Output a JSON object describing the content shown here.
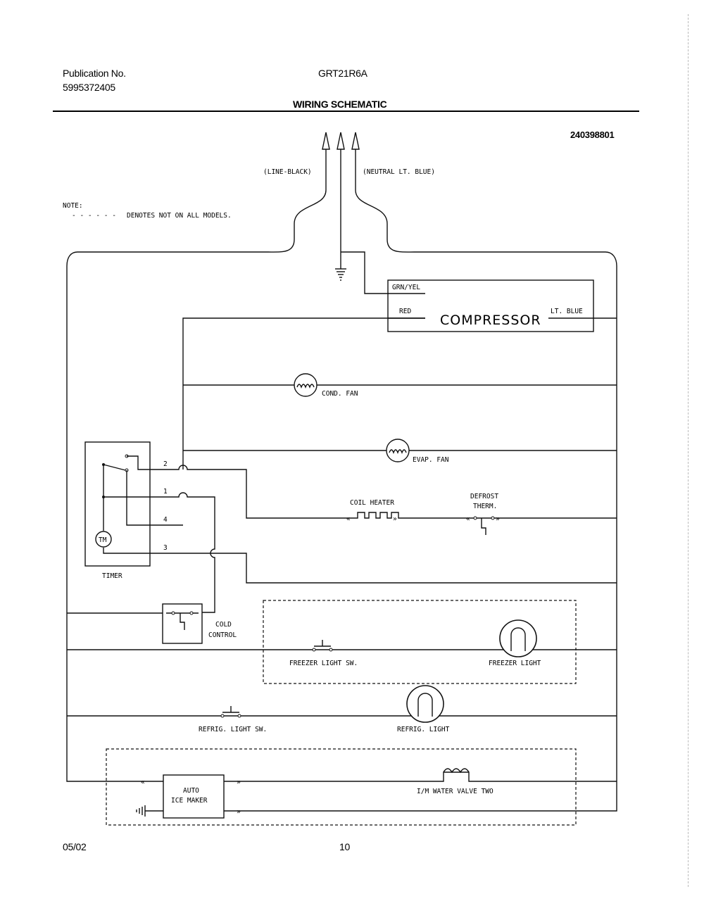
{
  "header": {
    "publication_label": "Publication No.",
    "publication_number": "5995372405",
    "model": "GRT21R6A",
    "title": "WIRING SCHEMATIC",
    "drawing_number": "240398801"
  },
  "footer": {
    "date": "05/02",
    "page": "10"
  },
  "diagram": {
    "line_black": "(LINE-BLACK)",
    "neutral": "(NEUTRAL LT. BLUE)",
    "note_label": "NOTE:",
    "note_dashes": "- - - - - -",
    "note_text": "DENOTES NOT ON ALL MODELS.",
    "grn_yel": "GRN/YEL",
    "red": "RED",
    "compressor": "COMPRESSOR",
    "lt_blue": "LT. BLUE",
    "cond_fan": "COND. FAN",
    "evap_fan": "EVAP. FAN",
    "timer_2": "2",
    "timer_1": "1",
    "timer_4": "4",
    "timer_3": "3",
    "tm": "TM",
    "timer": "TIMER",
    "coil_heater": "COIL HEATER",
    "defrost": "DEFROST",
    "therm": "THERM.",
    "cold": "COLD",
    "control": "CONTROL",
    "freezer_light_sw": "FREEZER LIGHT SW.",
    "freezer_light": "FREEZER LIGHT",
    "refrig_light_sw": "REFRIG. LIGHT SW.",
    "refrig_light": "REFRIG. LIGHT",
    "auto": "AUTO",
    "ice_maker": "ICE MAKER",
    "water_valve": "I/M WATER VALVE TWO"
  }
}
